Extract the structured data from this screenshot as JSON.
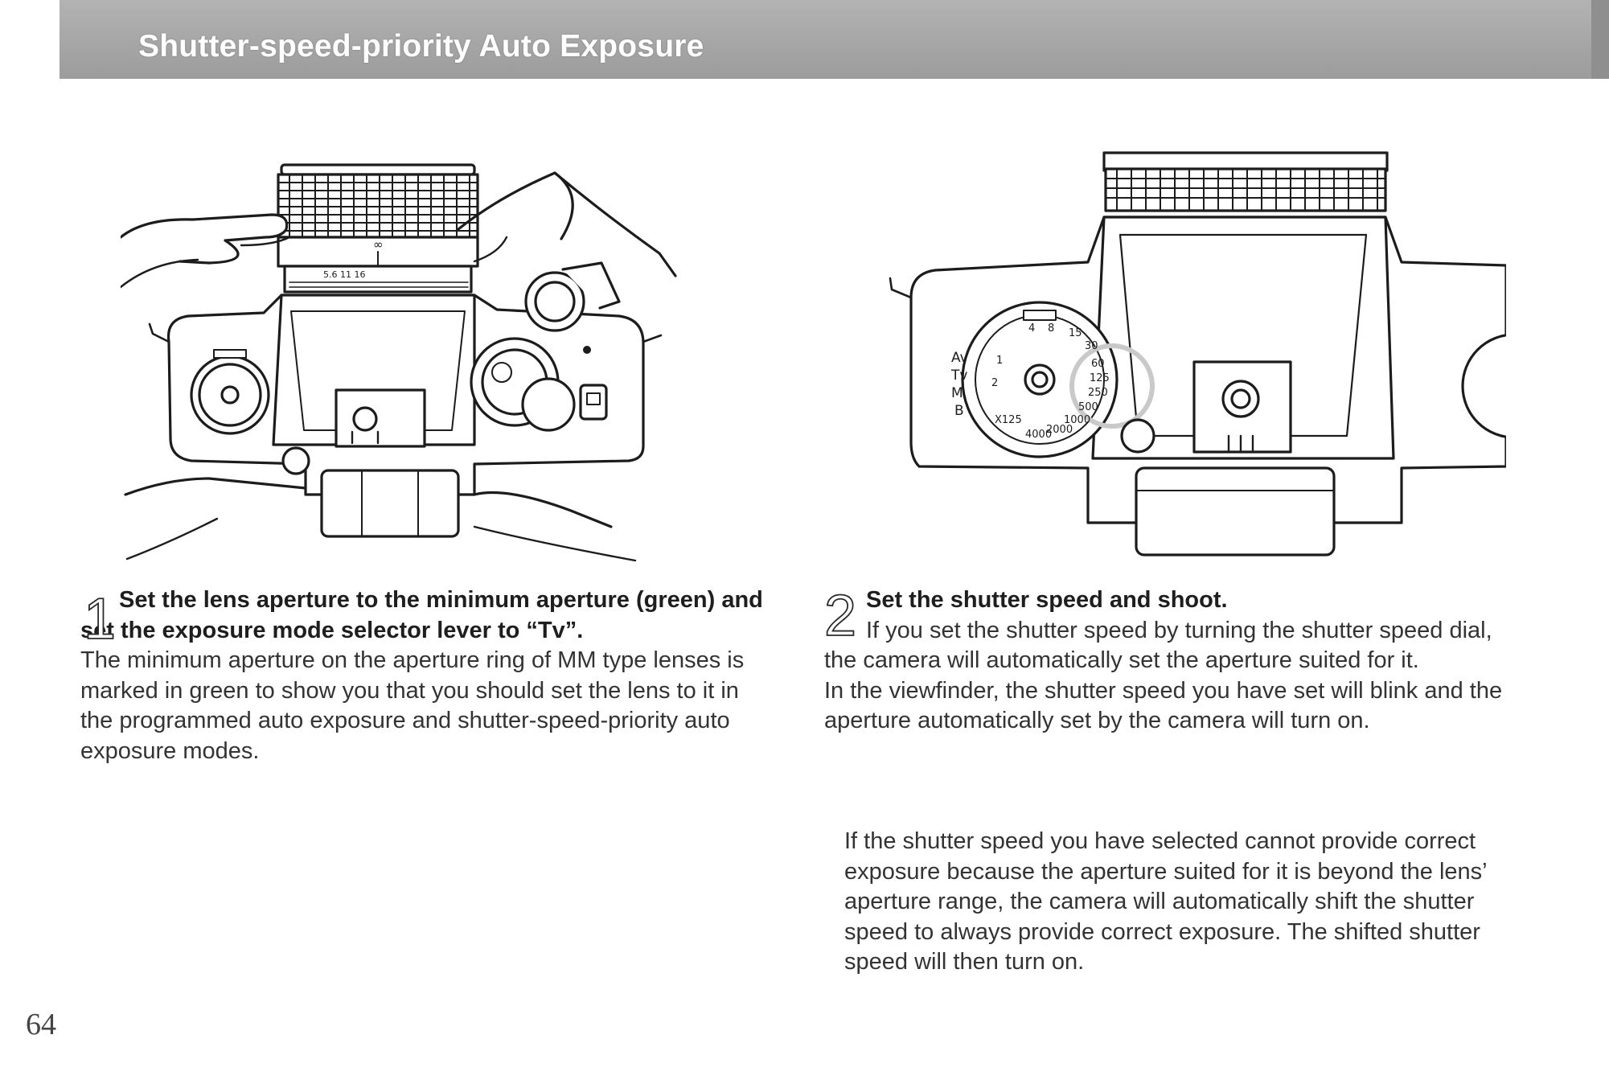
{
  "header": {
    "title": "Shutter-speed-priority Auto Exposure"
  },
  "figure_1": {
    "lens_labels": {
      "infinity": "∞",
      "aperture_scale": "5.6  11 16"
    }
  },
  "figure_2": {
    "mode_labels": [
      "Av",
      "Tv",
      "M",
      "B"
    ],
    "dial_labels": [
      "4",
      "8",
      "15",
      "30",
      "60",
      "125",
      "250",
      "500",
      "1000",
      "2000",
      "4000",
      "X125",
      "2",
      "1"
    ]
  },
  "step1": {
    "number": "1",
    "heading": "Set the lens aperture to the minimum aperture (green) and set the exposure mode selector lever to “Tv”.",
    "body": "The minimum aperture on the aperture ring of MM type lenses is marked in green to show you that you should set the lens to it in the programmed auto exposure and shutter-speed-priority auto exposure modes."
  },
  "step2": {
    "number": "2",
    "heading": "Set the shutter speed and shoot.",
    "body_1": "If you set the shutter speed by turning the shutter speed dial, the camera will automatically set the aperture suited for it.",
    "body_2": "In the viewfinder, the shutter speed you have set will blink and the aperture automatically set by the camera will turn on."
  },
  "note": "If the shutter speed you have selected cannot provide correct exposure because the aperture suited for it is beyond the lens’ aperture range, the camera will automatically shift the shutter speed to always provide correct exposure. The shifted shutter speed will then turn on.",
  "footer": {
    "page_number": "64"
  }
}
